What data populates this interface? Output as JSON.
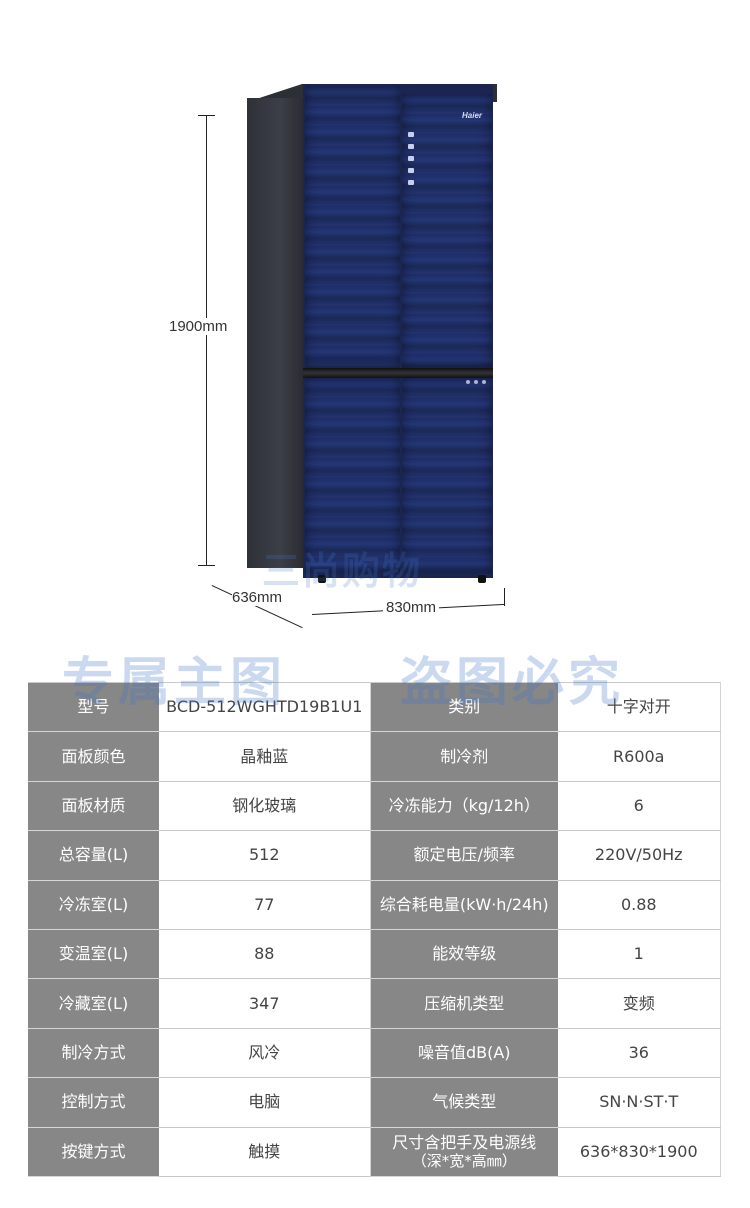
{
  "dimensions": {
    "height_label": "1900mm",
    "depth_label": "636mm",
    "width_label": "830mm"
  },
  "brand": "Haier",
  "watermarks": {
    "center": "三尚购物",
    "left": "专属主图",
    "right": "盗图必究"
  },
  "specs": [
    {
      "k1": "型号",
      "v1": "BCD-512WGHTD19B1U1",
      "k2": "类别",
      "v2": "十字对开"
    },
    {
      "k1": "面板颜色",
      "v1": "晶釉蓝",
      "k2": "制冷剂",
      "v2": "R600a"
    },
    {
      "k1": "面板材质",
      "v1": "钢化玻璃",
      "k2": "冷冻能力（kg/12h）",
      "v2": "6"
    },
    {
      "k1": "总容量(L)",
      "v1": "512",
      "k2": "额定电压/频率",
      "v2": "220V/50Hz"
    },
    {
      "k1": "冷冻室(L)",
      "v1": "77",
      "k2": "综合耗电量(kW·h/24h)",
      "v2": "0.88"
    },
    {
      "k1": "变温室(L)",
      "v1": "88",
      "k2": "能效等级",
      "v2": "1"
    },
    {
      "k1": "冷藏室(L)",
      "v1": "347",
      "k2": "压缩机类型",
      "v2": "变频"
    },
    {
      "k1": "制冷方式",
      "v1": "风冷",
      "k2": "噪音值dB(A)",
      "v2": "36"
    },
    {
      "k1": "控制方式",
      "v1": "电脑",
      "k2": "气候类型",
      "v2": "SN·N·ST·T"
    },
    {
      "k1": "按键方式",
      "v1": "触摸",
      "k2": "尺寸含把手及电源线",
      "k2_sub": "（深*宽*高㎜）",
      "v2": "636*830*1900"
    }
  ]
}
